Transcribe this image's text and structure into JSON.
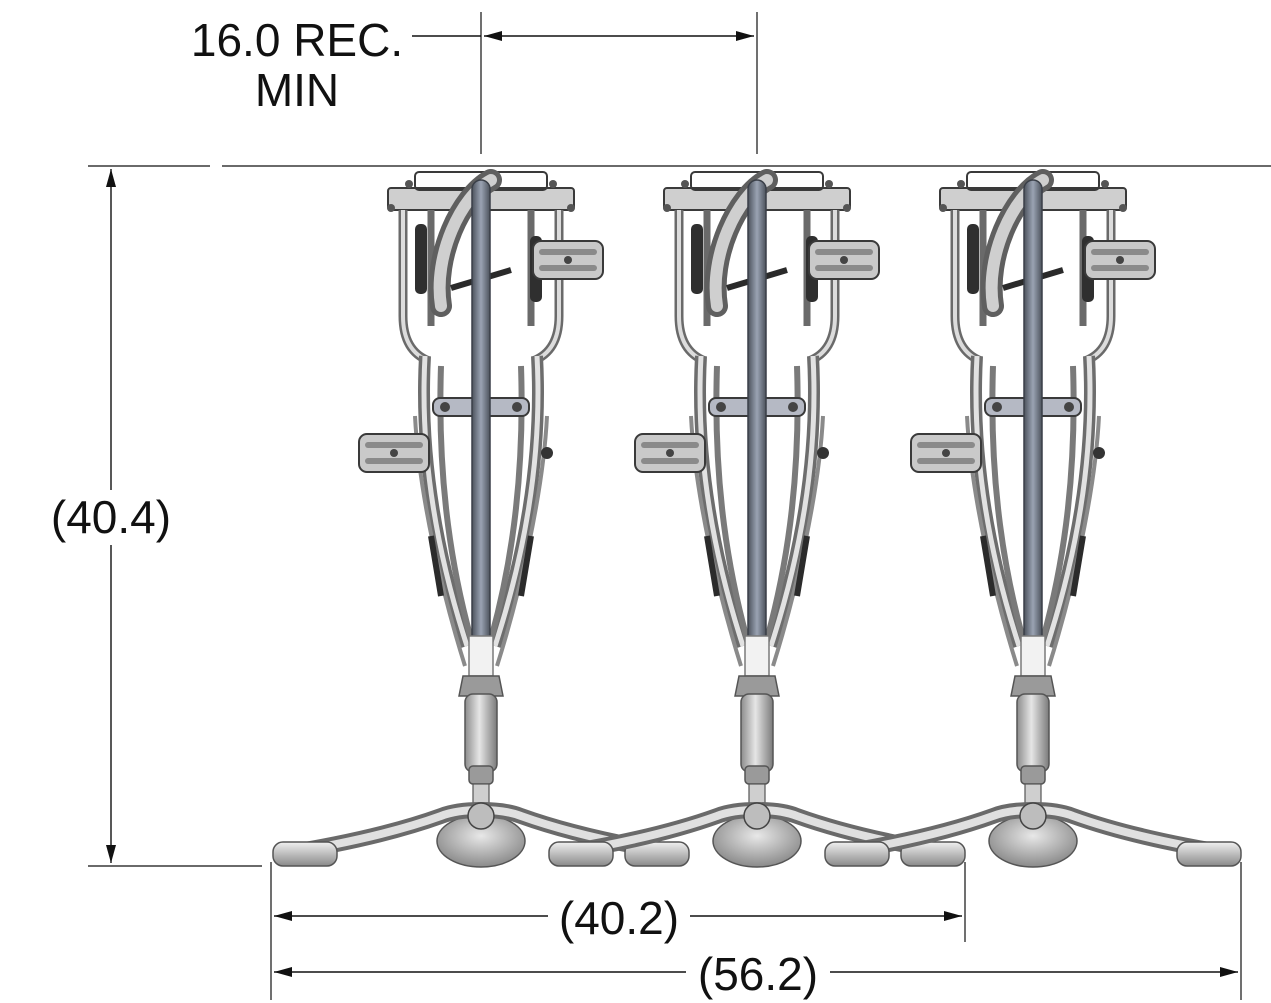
{
  "drawing": {
    "top_dimension": {
      "line1": "16.0 REC.",
      "line2": "MIN"
    },
    "height_dimension": "(40.4)",
    "inner_width_dimension": "(40.2)",
    "overall_width_dimension": "(56.2)",
    "bike_count": 3
  },
  "colors": {
    "line": "#111111",
    "metal_light": "#d9d9d9",
    "metal_dark": "#7a7a7a",
    "tire": "#6f7580",
    "outline": "#3a3a3a"
  }
}
